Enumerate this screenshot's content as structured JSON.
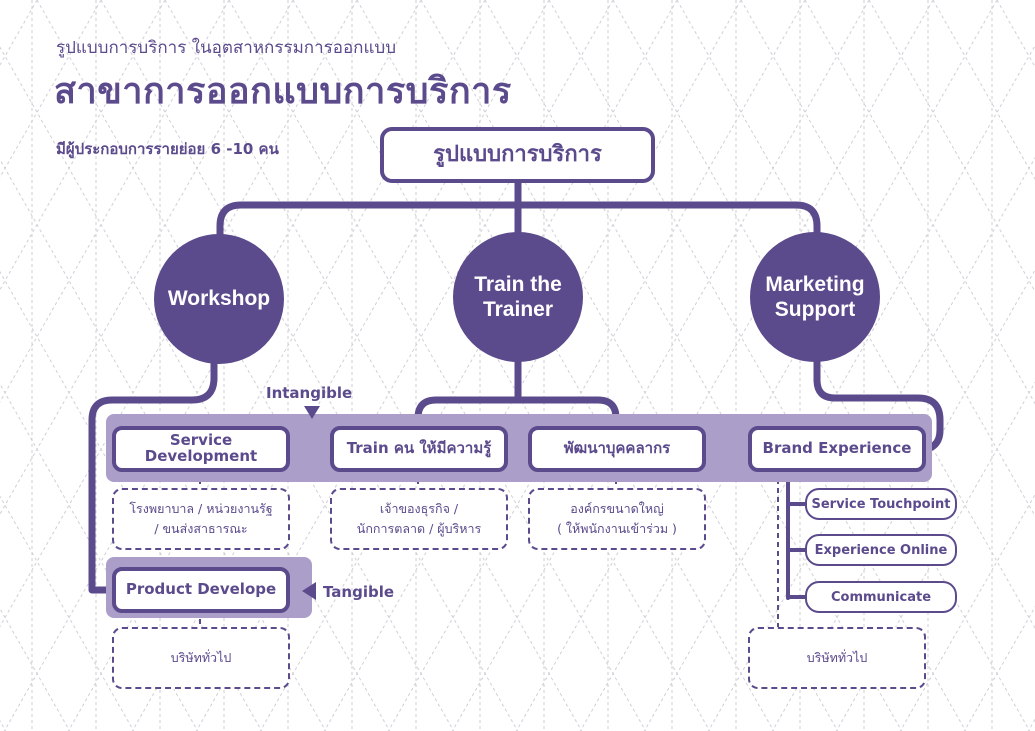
{
  "header": {
    "subtitle": "รูปแบบการบริการ ในอุตสาหกรรมการออกแบบ",
    "title": "สาขาการออกแบบการบริการ",
    "note": "มีผู้ประกอบการรายย่อย 6 -10 คน"
  },
  "diagram": {
    "root": "รูปแบบการบริการ",
    "branches": {
      "workshop": "Workshop",
      "train_line1": "Train the",
      "train_line2": "Trainer",
      "marketing_line1": "Marketing",
      "marketing_line2": "Support"
    },
    "labels": {
      "intangible": "Intangible",
      "tangible": "Tangible"
    },
    "nodes": {
      "service_dev_line1": "Service",
      "service_dev_line2": "Development",
      "product_develope": "Product Develope",
      "train_knowledge": "Train คน ให้มีความรู้",
      "personnel_dev": "พัฒนาบุคคลากร",
      "brand_experience": "Brand Experience"
    },
    "audiences": {
      "service_dev_line1": "โรงพยาบาล / หน่วยงานรัฐ",
      "service_dev_line2": "/ ขนส่งสาธารณะ",
      "train_line1": "เจ้าของธุรกิจ /",
      "train_line2": "นักการตลาด / ผู้บริหาร",
      "personnel_line1": "องค์กรขนาดใหญ่",
      "personnel_line2": "( ให้พนักงานเข้าร่วม )",
      "product": "บริษัททั่วไป",
      "brand": "บริษัททั่วไป"
    },
    "brand_children": [
      "Service Touchpoint",
      "Experience Online",
      "Communicate"
    ]
  },
  "colors": {
    "primary": "#5b4a8c",
    "band": "#ab9fc9",
    "grid": "#cfcfd6",
    "background": "#ffffff"
  }
}
